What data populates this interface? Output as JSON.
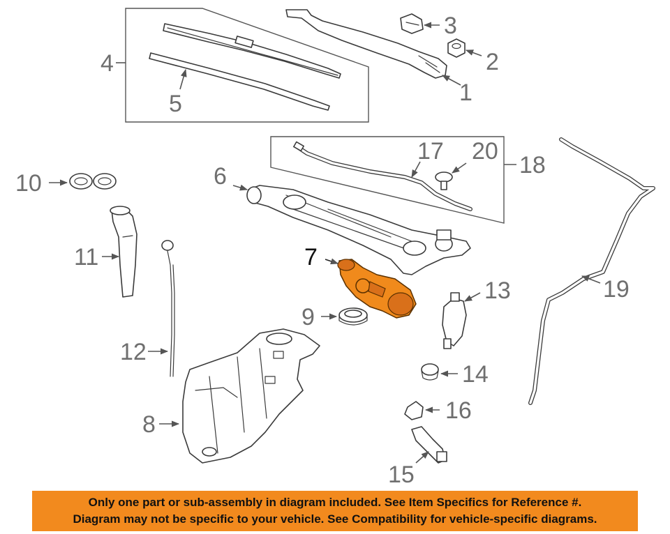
{
  "diagram": {
    "callouts": {
      "c1": "1",
      "c2": "2",
      "c3": "3",
      "c4": "4",
      "c5": "5",
      "c6": "6",
      "c7": "7",
      "c8": "8",
      "c9": "9",
      "c10": "10",
      "c11": "11",
      "c12": "12",
      "c13": "13",
      "c14": "14",
      "c15": "15",
      "c16": "16",
      "c17": "17",
      "c18": "18",
      "c19": "19",
      "c20": "20"
    },
    "highlight_color": "#f08a1c"
  },
  "disclaimer": {
    "line1": "Only one part or sub-assembly in diagram included. See Item Specifics for Reference #.",
    "line2": "Diagram may not be specific to your vehicle. See Compatibility for vehicle-specific diagrams.",
    "background": "#f28a1e"
  }
}
